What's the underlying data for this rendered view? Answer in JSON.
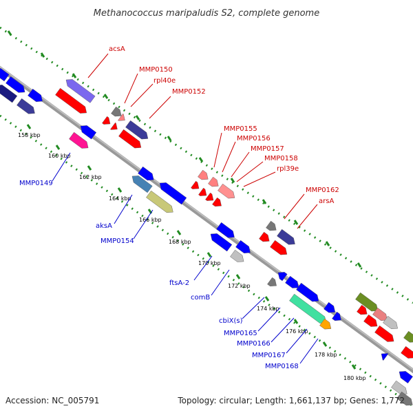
{
  "title": "Methanococcus maripaludis S2, complete genome",
  "footer": {
    "accession": "Accession: NC_005791",
    "topology": "Topology: circular; Length: 1,661,137 bp; Genes: 1,772"
  },
  "colors": {
    "forward_labels": "#cc0000",
    "reverse_labels": "#0000cc",
    "backbone": "#999999",
    "ruler_dots": "#228b22"
  },
  "ruler": {
    "ticks": [
      "158 kbp",
      "160 kbp",
      "162 kbp",
      "164 kbp",
      "166 kbp",
      "168 kbp",
      "170 kbp",
      "172 kbp",
      "174 kbp",
      "176 kbp",
      "178 kbp",
      "180 kbp"
    ]
  },
  "labels": {
    "forward": [
      "acsA",
      "MMP0150",
      "rpl40e",
      "MMP0152",
      "MMP0155",
      "MMP0156",
      "MMP0157",
      "MMP0158",
      "rpl39e",
      "MMP0162",
      "arsA"
    ],
    "reverse": [
      "MMP0149",
      "aksA",
      "MMP0154",
      "ftsA-2",
      "comB",
      "cbiX(s)",
      "MMP0165",
      "MMP0166",
      "MMP0167",
      "MMP0168"
    ]
  }
}
